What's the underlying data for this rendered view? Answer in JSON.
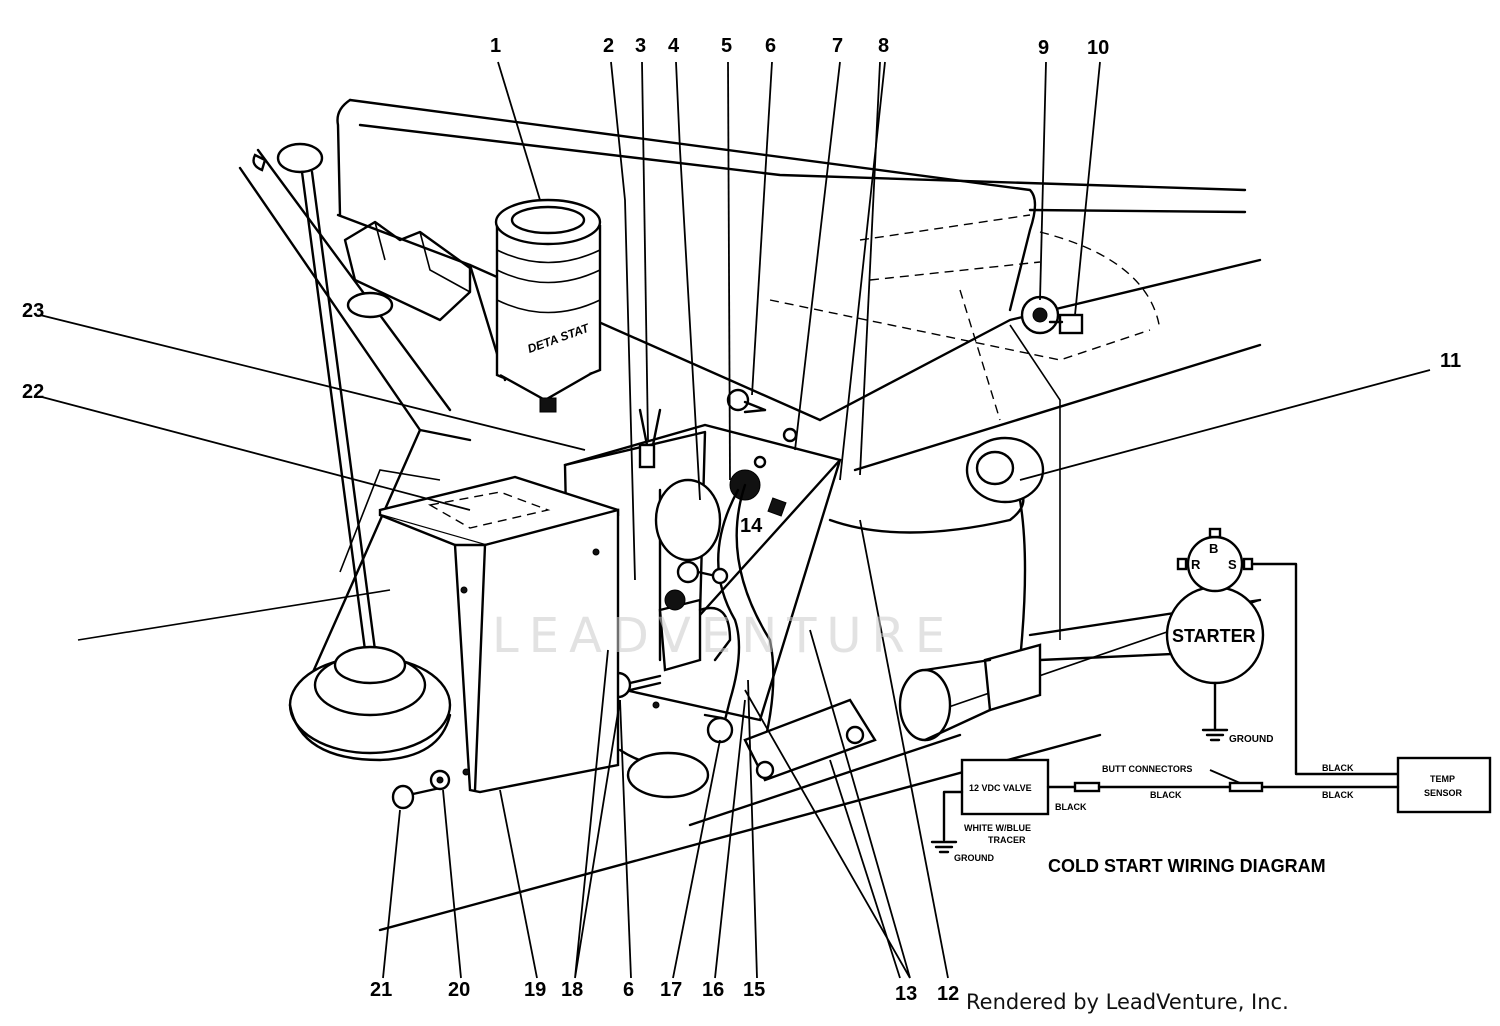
{
  "callouts": {
    "c1": "1",
    "c2": "2",
    "c3": "3",
    "c4": "4",
    "c5": "5",
    "c6a": "6",
    "c7": "7",
    "c8": "8",
    "c9": "9",
    "c10": "10",
    "c11": "11",
    "c12": "12",
    "c13": "13",
    "c14": "14",
    "c15": "15",
    "c16": "16",
    "c17": "17",
    "c18": "18",
    "c19": "19",
    "c20": "20",
    "c21": "21",
    "c22": "22",
    "c23": "23",
    "c6b": "6"
  },
  "wiring": {
    "title": "COLD START WIRING DIAGRAM",
    "starter": "STARTER",
    "terminal_b": "B",
    "terminal_r": "R",
    "terminal_s": "S",
    "ground_starter": "GROUND",
    "ground_valve": "GROUND",
    "valve": "12 VDC VALVE",
    "temp_sensor_line1": "TEMP",
    "temp_sensor_line2": "SENSOR",
    "butt_connectors": "BUTT CONNECTORS",
    "black_1": "BLACK",
    "black_2": "BLACK",
    "black_3": "BLACK",
    "black_4": "BLACK",
    "white_tracer_line1": "WHITE W/BLUE",
    "white_tracer_line2": "TRACER"
  },
  "label_decal": "DETA STAT",
  "watermark": "LEADVENTURE",
  "credit": "Rendered by LeadVenture, Inc."
}
